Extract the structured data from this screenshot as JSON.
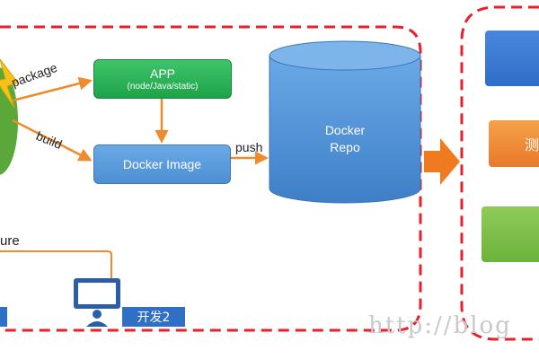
{
  "nodes": {
    "app": {
      "title": "APP",
      "subtitle": "(node/Java/static)"
    },
    "image": {
      "label": "Docker Image"
    },
    "repo": {
      "line1": "Docker",
      "line2": "Repo"
    },
    "partial_text": "ure"
  },
  "edges": {
    "package": "package",
    "build": "build",
    "push": "push"
  },
  "devices": {
    "dev2": "开发2"
  },
  "right_panel": {
    "orange_partial": "测"
  },
  "watermark": "http://blog",
  "colors": {
    "dashed_border": "#e8202a",
    "arrow": "#f08a2a",
    "app_green": "#22a84f",
    "image_blue": "#5b9bdc",
    "repo_blue": "#4f8fd4",
    "dev_label_blue": "#2f6fc4",
    "big_arrow": "#f07a20"
  },
  "icons": {
    "source": "lightning-source-icon",
    "developer": "monitor-user-icon",
    "transfer": "big-right-arrow-icon"
  }
}
